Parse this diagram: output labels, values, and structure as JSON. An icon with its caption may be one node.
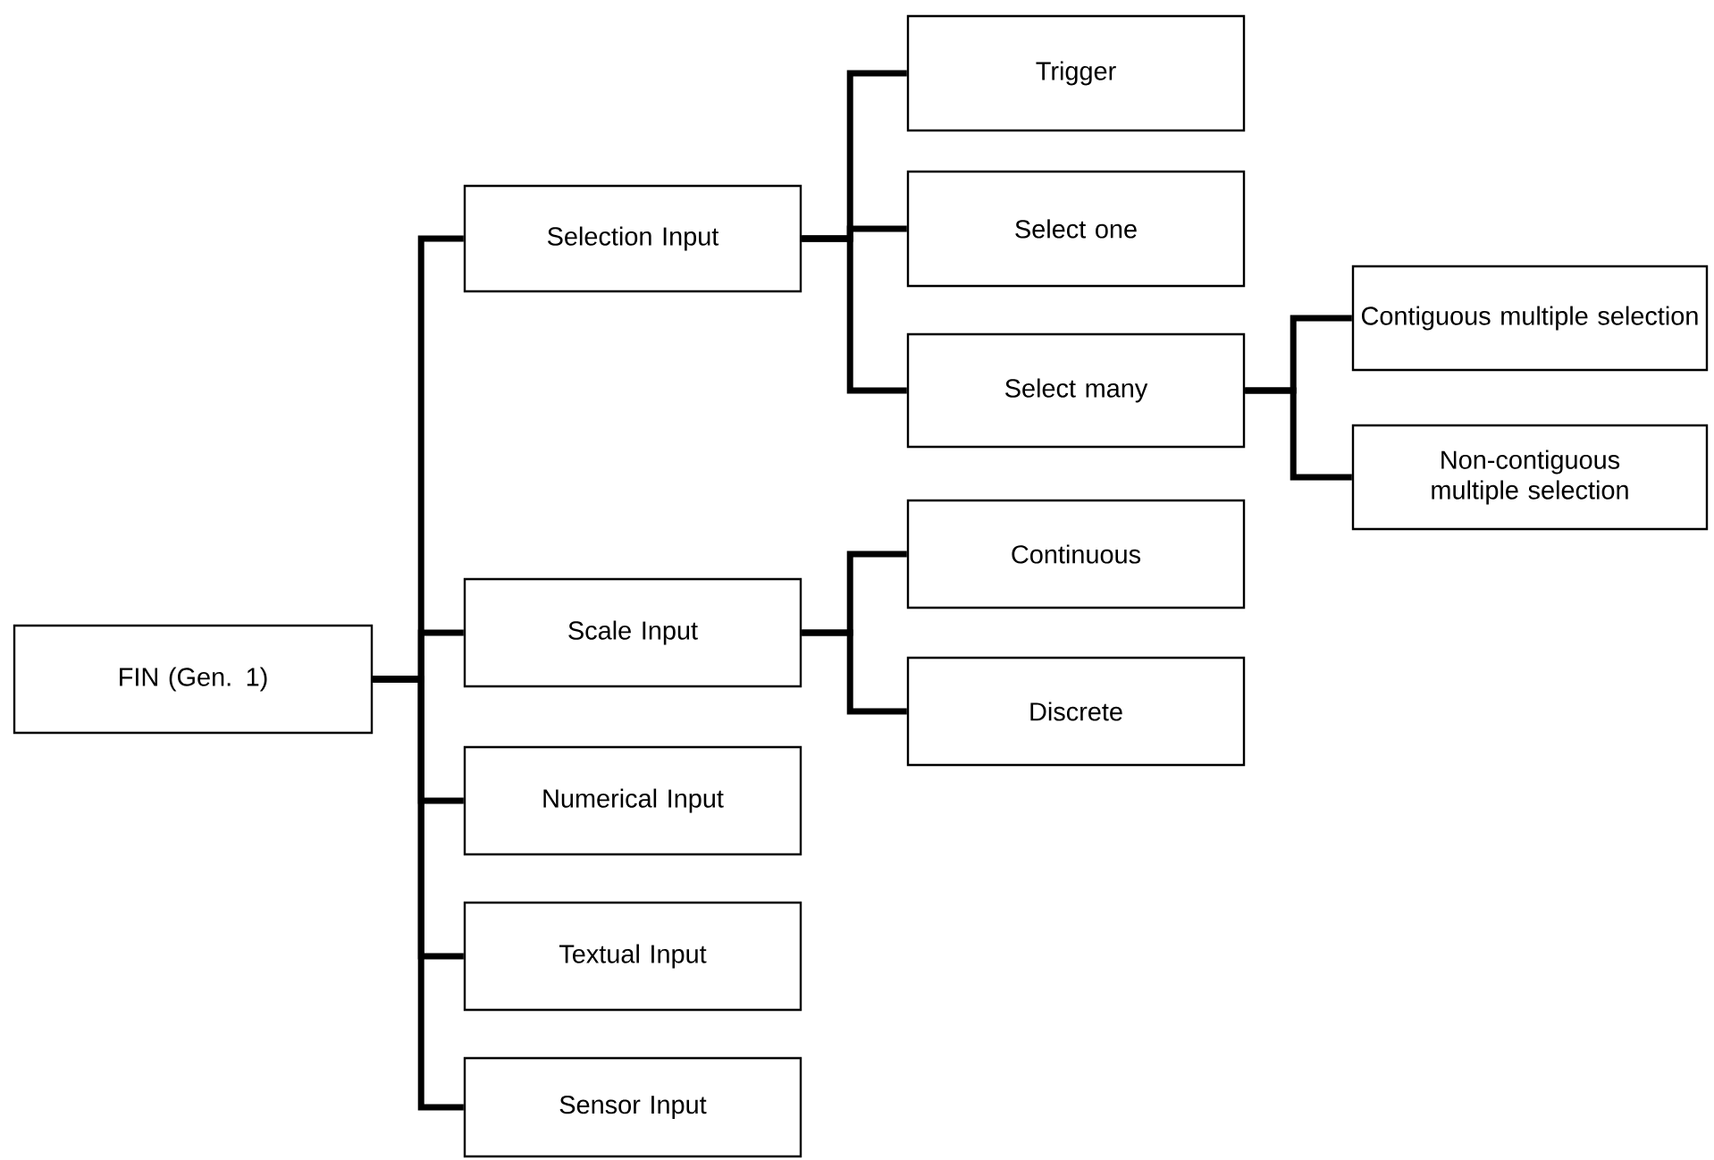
{
  "diagram": {
    "nodes": [
      {
        "text": [
          "FIN (Gen. 1)"
        ]
      },
      {
        "text": [
          "Selection Input"
        ]
      },
      {
        "text": [
          "Scale Input"
        ]
      },
      {
        "text": [
          "Numerical Input"
        ]
      },
      {
        "text": [
          "Textual Input"
        ]
      },
      {
        "text": [
          "Sensor Input"
        ]
      },
      {
        "text": [
          "Trigger"
        ]
      },
      {
        "text": [
          "Select one"
        ]
      },
      {
        "text": [
          "Select many"
        ]
      },
      {
        "text": [
          "Contiguous multiple selection"
        ]
      },
      {
        "text": [
          "Non-contiguous multiple selection"
        ]
      },
      {
        "text": [
          "Continuous"
        ]
      },
      {
        "text": [
          "Discrete"
        ]
      }
    ],
    "edges": [
      {
        "from": 0,
        "to": 1,
        "arrow": "none"
      },
      {
        "from": 0,
        "to": 2,
        "arrow": "none"
      },
      {
        "from": 0,
        "to": 3,
        "arrow": "none"
      },
      {
        "from": 0,
        "to": 4,
        "arrow": "none"
      },
      {
        "from": 0,
        "to": 5,
        "arrow": "none"
      },
      {
        "from": 1,
        "to": 6,
        "arrow": "none"
      },
      {
        "from": 1,
        "to": 7,
        "arrow": "none"
      },
      {
        "from": 1,
        "to": 8,
        "arrow": "none"
      },
      {
        "from": 8,
        "to": 9,
        "arrow": "none"
      },
      {
        "from": 8,
        "to": 10,
        "arrow": "none"
      },
      {
        "from": 2,
        "to": 11,
        "arrow": "none"
      },
      {
        "from": 2,
        "to": 12,
        "arrow": "none"
      }
    ]
  }
}
